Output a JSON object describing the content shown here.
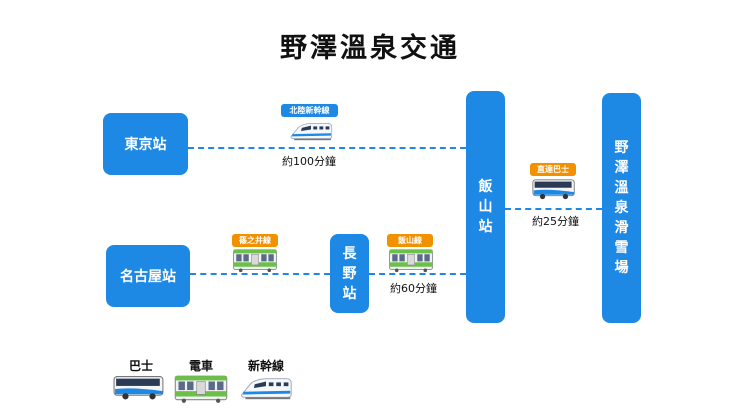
{
  "title": "野澤溫泉交通",
  "stations": {
    "tokyo": "東京站",
    "nagoya": "名古屋站",
    "nagano": [
      "長",
      "野",
      "站"
    ],
    "iiyama": [
      "飯",
      "山",
      "站"
    ],
    "nozawa": [
      "野",
      "澤",
      "溫",
      "泉",
      "滑",
      "雪",
      "場"
    ]
  },
  "routes": {
    "hokuriku": {
      "line": "北陸新幹線",
      "time": "約100分鐘"
    },
    "shinonoi": {
      "line": "篠之井線"
    },
    "iiyama_line": {
      "line": "飯山線",
      "time": "約60分鐘"
    },
    "bus": {
      "line": "直達巴士",
      "time": "約25分鐘"
    }
  },
  "legend": {
    "bus": "巴士",
    "train": "電車",
    "shinkansen": "新幹線"
  },
  "colors": {
    "station": "#1e88e5",
    "tag_blue": "#1e88e5",
    "tag_orange": "#f29100",
    "train_green": "#6cc04a"
  },
  "icons": {
    "shinkansen": "shinkansen-icon",
    "train": "train-icon",
    "bus": "bus-icon"
  }
}
